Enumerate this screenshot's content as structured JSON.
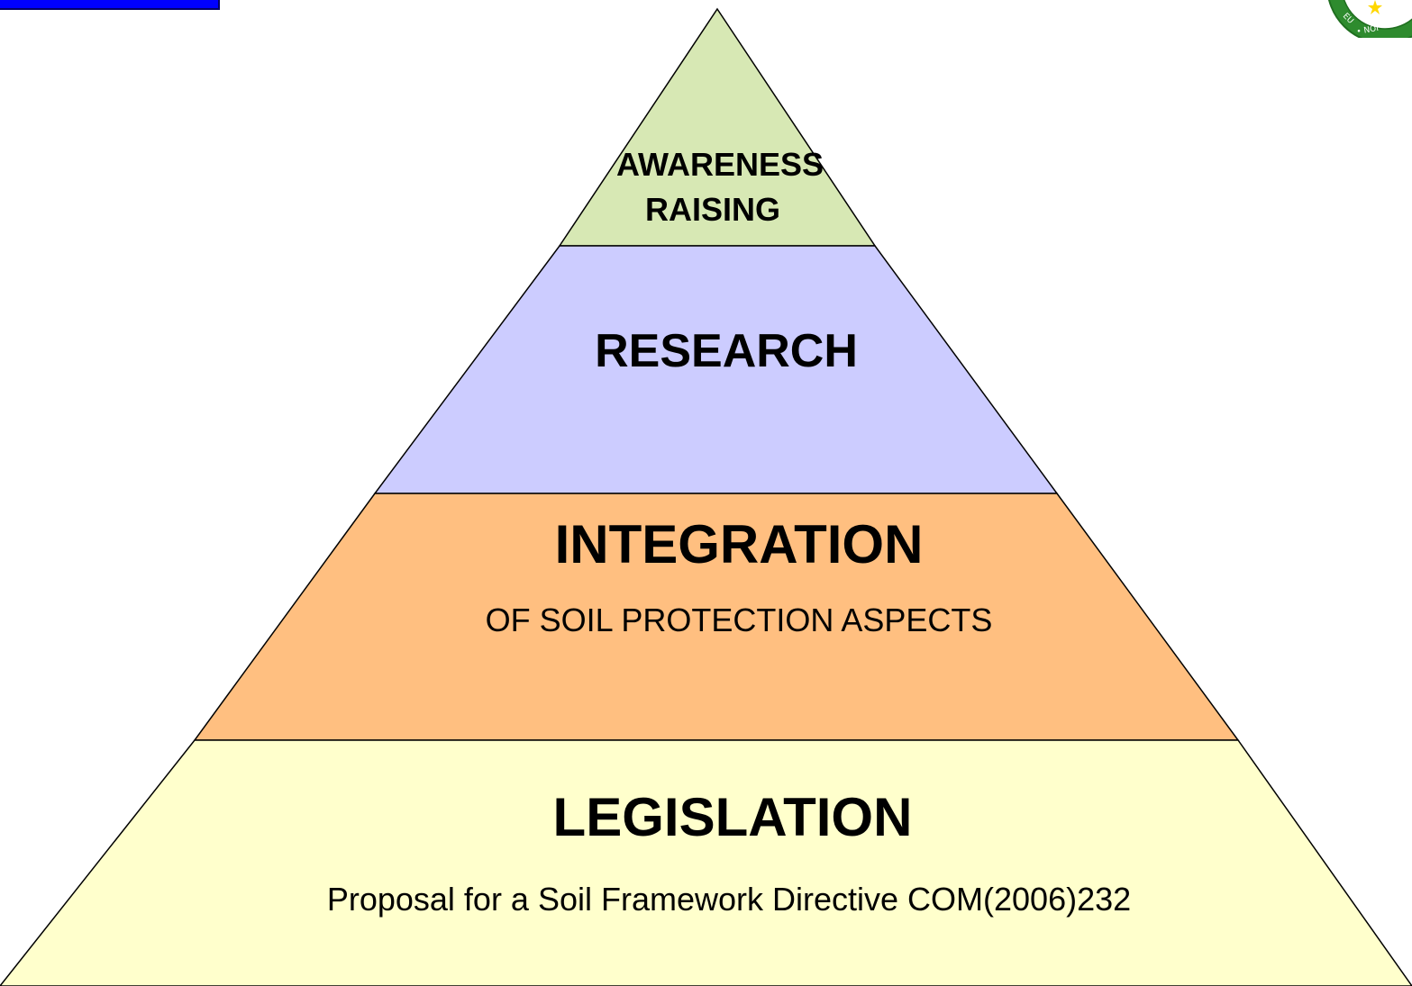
{
  "pyramid": {
    "tiers": [
      {
        "id": "awareness",
        "title_line1": "AWARENESS",
        "title_line2": "RAISING",
        "fill": "#d7e8b4"
      },
      {
        "id": "research",
        "title": "RESEARCH",
        "fill": "#ccccff"
      },
      {
        "id": "integration",
        "title": "INTEGRATION",
        "subtitle": "OF SOIL PROTECTION ASPECTS",
        "fill": "#ffbf80"
      },
      {
        "id": "legislation",
        "title": "LEGISLATION",
        "subtitle": "Proposal for a Soil Framework Directive  COM(2006)232",
        "fill": "#ffffcc"
      }
    ],
    "outline_color": "#000000"
  },
  "header_bar": {
    "color": "#0000ff"
  },
  "emblem": {
    "icon": "eu-soil-emblem-icon",
    "color": "#2e8b2e"
  }
}
